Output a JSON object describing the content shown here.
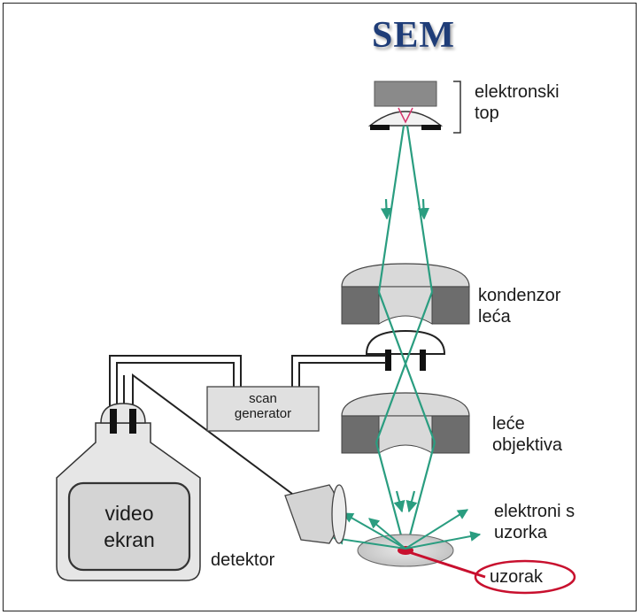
{
  "title": "SEM",
  "labels": {
    "gun": [
      "elektronski",
      "top"
    ],
    "condenser": [
      "kondenzor",
      "leća"
    ],
    "objective": [
      "leće",
      "objektiva"
    ],
    "emitted": [
      "elektroni s",
      "uzorka"
    ],
    "sample": "uzorak",
    "detector": "detektor",
    "scan": [
      "scan",
      "generator"
    ],
    "screen": [
      "video",
      "ekran"
    ]
  },
  "colors": {
    "beam": "#2a9d80",
    "sample_highlight": "#c8102e",
    "title": "#1f3d78",
    "lens_dark": "#6d6d6d",
    "lens_light": "#d9d9d9"
  }
}
